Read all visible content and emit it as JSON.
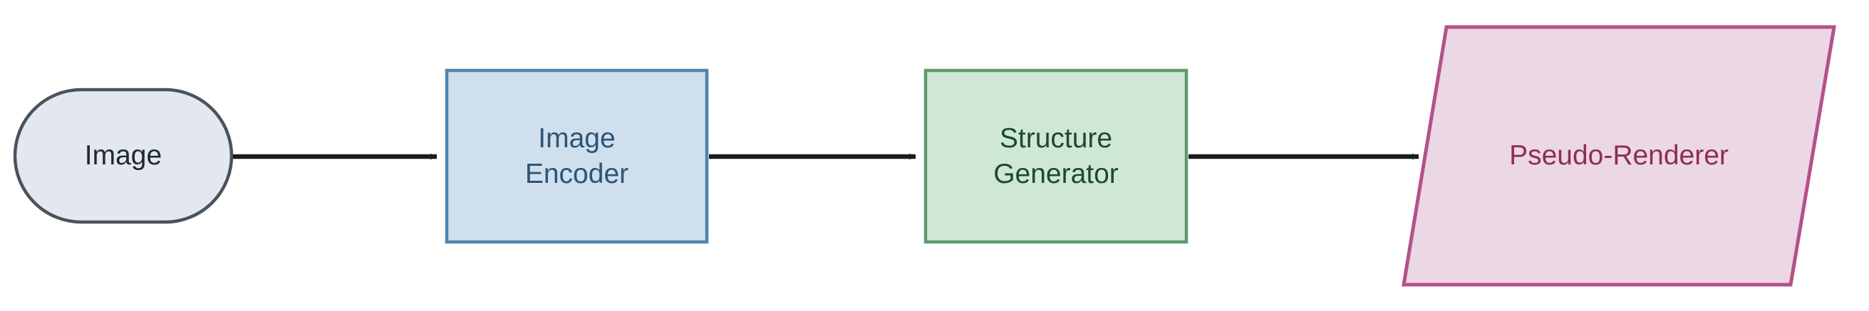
{
  "diagram": {
    "type": "flowchart",
    "orientation": "left-to-right",
    "background_color": "#ffffff",
    "title": "",
    "nodes": [
      {
        "id": "image",
        "label": "Image",
        "shape": "stadium",
        "fill_color": "#e3e8ee",
        "border_color": "#4a525e",
        "text_color": "#1f2933"
      },
      {
        "id": "image-encoder",
        "label": "Image\nEncoder",
        "shape": "rectangle",
        "fill_color": "#cfdfee",
        "border_color": "#5183ad",
        "text_color": "#2d5574"
      },
      {
        "id": "structure-generator",
        "label": "Structure\nGenerator",
        "shape": "rectangle",
        "fill_color": "#cfe8d5",
        "border_color": "#5d9b6b",
        "text_color": "#1d4a2a"
      },
      {
        "id": "pseudo-renderer",
        "label": "Pseudo-Renderer",
        "shape": "parallelogram",
        "fill_color": "#ecd7e4",
        "border_color": "#b4518a",
        "text_color": "#8e2d55"
      }
    ],
    "edges": [
      {
        "id": "edge-1",
        "from": "image",
        "to": "image-encoder",
        "label": "",
        "arrow_color": "#1b1b1b"
      },
      {
        "id": "edge-2",
        "from": "image-encoder",
        "to": "structure-generator",
        "label": "",
        "arrow_color": "#1b1b1b"
      },
      {
        "id": "edge-3",
        "from": "structure-generator",
        "to": "pseudo-renderer",
        "label": "",
        "arrow_color": "#1b1b1b"
      }
    ]
  }
}
